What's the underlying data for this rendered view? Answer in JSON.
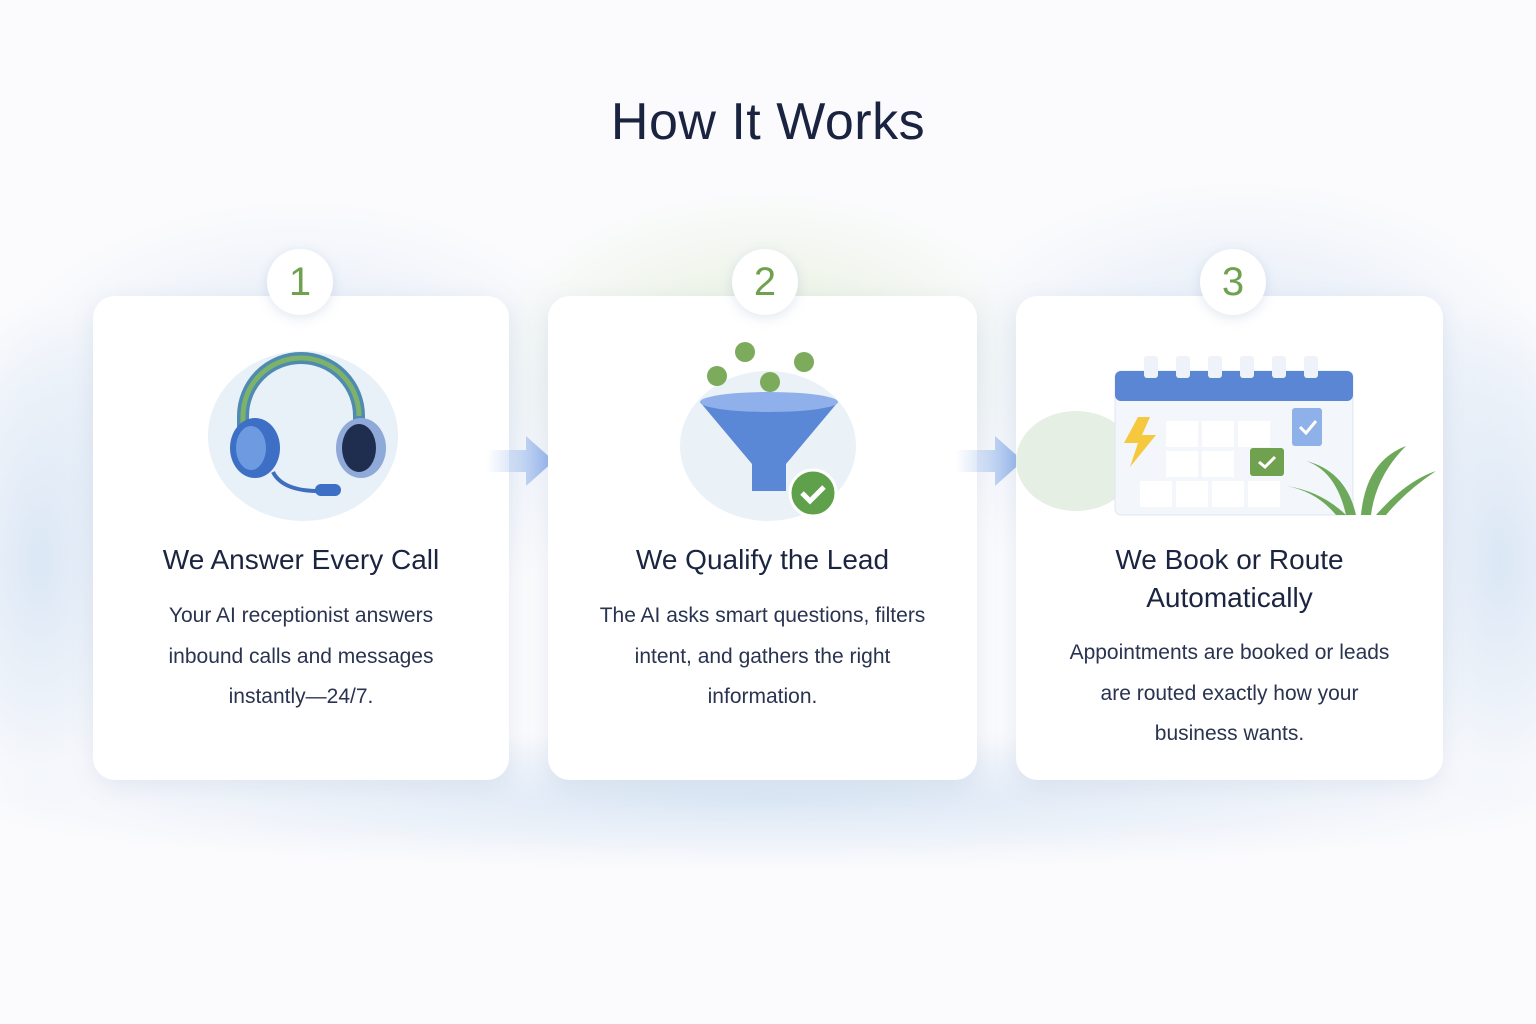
{
  "title": "How It Works",
  "steps": [
    {
      "number": "1",
      "title": "We Answer Every Call",
      "body": "Your AI receptionist answers inbound calls and messages instantly—24/7.",
      "icon": "headset-icon"
    },
    {
      "number": "2",
      "title": "We Qualify the Lead",
      "body": "The AI asks smart questions, filters intent, and gathers the right information.",
      "icon": "funnel-icon"
    },
    {
      "number": "3",
      "title": "We Book or Route Automatically",
      "body": "Appointments are booked or leads are routed exactly how your business wants.",
      "icon": "calendar-icon"
    }
  ],
  "colors": {
    "accent_green": "#6fa14f",
    "accent_blue": "#4f7fd0",
    "heading": "#1a2340"
  }
}
